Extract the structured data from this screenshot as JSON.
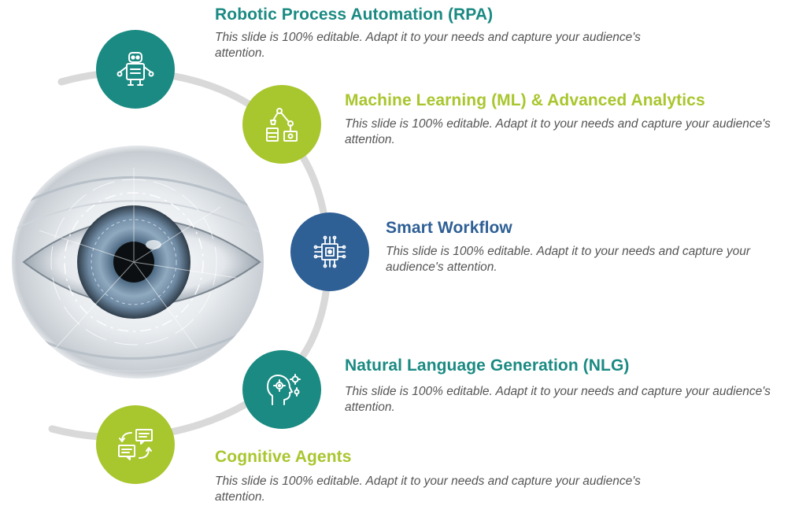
{
  "colors": {
    "teal": "#1a8a82",
    "lime": "#a8c62e",
    "navy": "#2e5f95",
    "arc": "#d9d9d9",
    "desc_text": "#555555"
  },
  "items": [
    {
      "title": "Robotic Process Automation (RPA)",
      "description": "This slide is 100% editable. Adapt it to your needs and capture your audience's attention.",
      "icon": "robot-icon",
      "color": "#1a8a82"
    },
    {
      "title": "Machine Learning (ML) & Advanced Analytics",
      "description": "This slide is 100% editable. Adapt it to your needs and capture your audience's attention.",
      "icon": "robotic-arm-icon",
      "color": "#a8c62e"
    },
    {
      "title": "Smart Workflow",
      "description": "This slide is 100% editable. Adapt it to your needs and capture your audience's attention.",
      "icon": "circuit-chip-icon",
      "color": "#2e5f95"
    },
    {
      "title": "Natural Language Generation (NLG)",
      "description": "This slide is 100% editable. Adapt it to your needs and capture your audience's attention.",
      "icon": "head-gears-icon",
      "color": "#1a8a82"
    },
    {
      "title": "Cognitive Agents",
      "description": "This slide is 100% editable. Adapt it to your needs and capture your audience's attention.",
      "icon": "chat-exchange-icon",
      "color": "#a8c62e"
    }
  ],
  "eye_image": "eye-closeup-image"
}
